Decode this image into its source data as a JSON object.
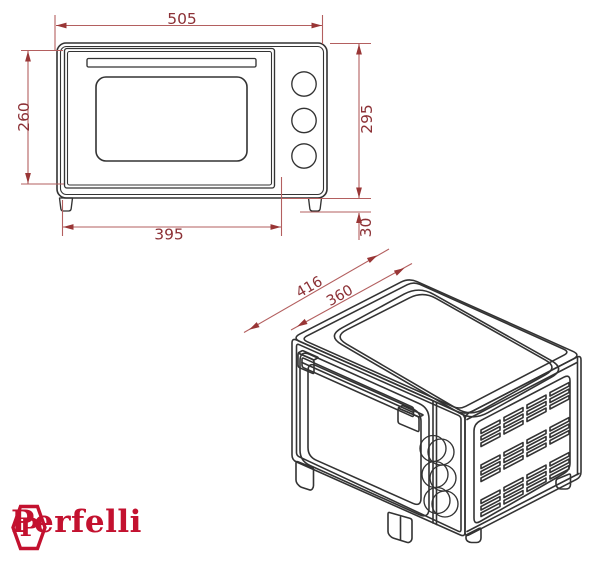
{
  "front_view": {
    "dimensions": {
      "overall_width": "505",
      "door_height": "260",
      "body_height": "295",
      "base_width": "395",
      "feet_height": "30"
    }
  },
  "iso_view": {
    "dimensions": {
      "overall_depth": "416",
      "body_depth": "360"
    }
  },
  "logo": {
    "monogram": "P",
    "brand_name": "Perfelli"
  },
  "colors": {
    "drawing_line": "#333333",
    "dimension_line": "#b35f5f",
    "dimension_arrow": "#993636",
    "dimension_text": "#8c3136",
    "brand_red": "#c3112f"
  }
}
